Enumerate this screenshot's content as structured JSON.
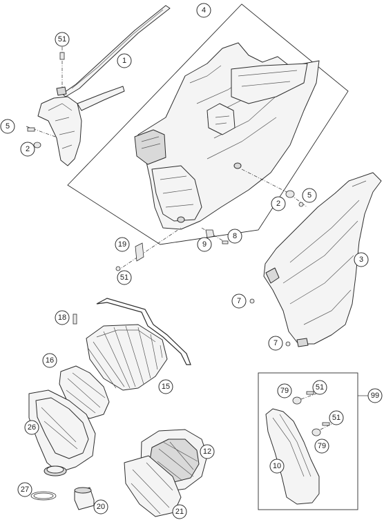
{
  "callouts": {
    "c51a": "51",
    "c1": "1",
    "c4": "4",
    "c5a": "5",
    "c2a": "2",
    "c2b": "2",
    "c5b": "5",
    "c19": "19",
    "c9": "9",
    "c8": "8",
    "c51b": "51",
    "c3": "3",
    "c7a": "7",
    "c7b": "7",
    "c18": "18",
    "c16": "16",
    "c15": "15",
    "c26": "26",
    "c12": "12",
    "c27": "27",
    "c20": "20",
    "c21": "21",
    "c99": "99",
    "c79a": "79",
    "c51c": "51",
    "c51d": "51",
    "c79b": "79",
    "c10": "10"
  }
}
